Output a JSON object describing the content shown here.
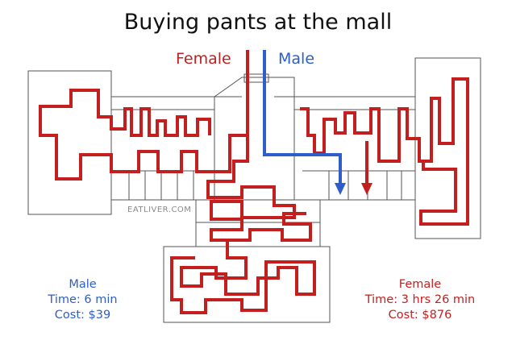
{
  "title": "Buying pants at the mall",
  "route_labels": {
    "female": "Female",
    "male": "Male"
  },
  "watermark": "EATLIVER.COM",
  "male_stats": {
    "heading": "Male",
    "time": "Time: 6 min",
    "cost": "Cost: $39"
  },
  "female_stats": {
    "heading": "Female",
    "time": "Time: 3 hrs 26 min",
    "cost": "Cost: $876"
  },
  "colors": {
    "female": "#c41f1f",
    "male": "#2e5ec9",
    "walls": "#555555"
  },
  "icons": {
    "destination": "arrow-down-icon"
  }
}
